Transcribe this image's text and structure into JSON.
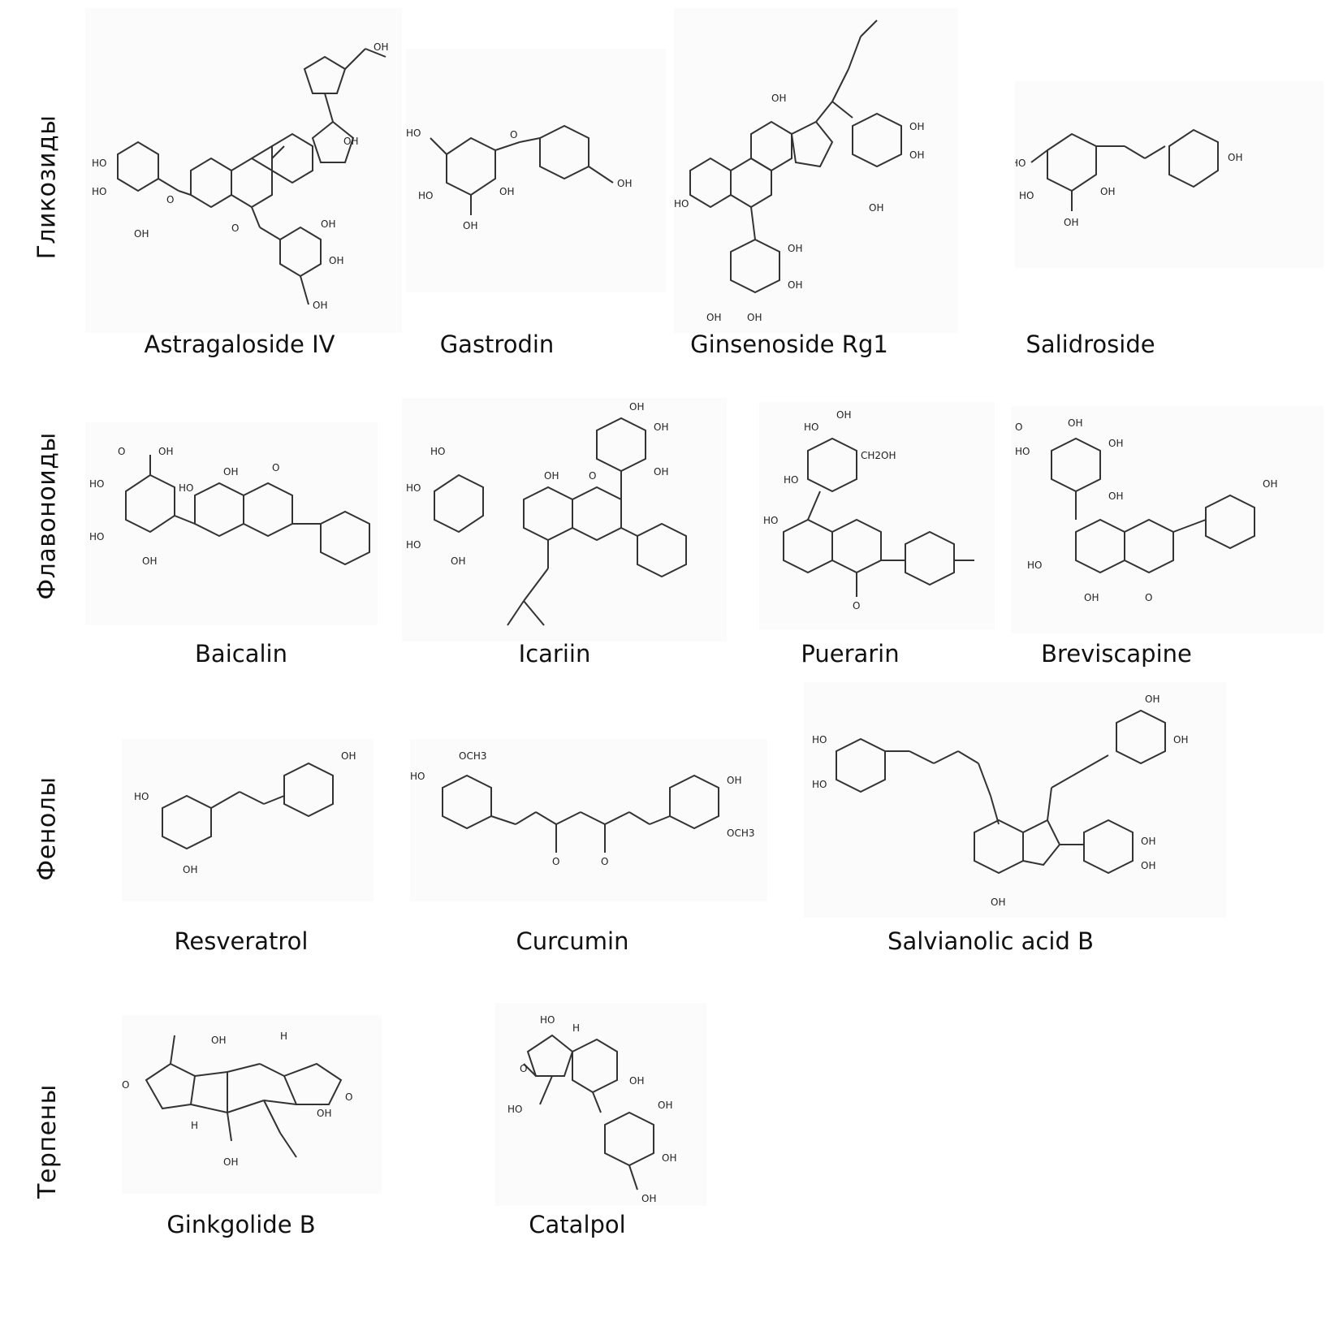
{
  "groups": [
    {
      "label": "Гликозиды",
      "compounds": [
        "Astragaloside IV",
        "Gastrodin",
        "Ginsenoside Rg1",
        "Salidroside"
      ]
    },
    {
      "label": "Флавоноиды",
      "compounds": [
        "Baicalin",
        "Icariin",
        "Puerarin",
        "Breviscapine"
      ]
    },
    {
      "label": "Фенолы",
      "compounds": [
        "Resveratrol",
        "Curcumin",
        "Salvianolic acid B"
      ]
    },
    {
      "label": "Терпены",
      "compounds": [
        "Ginkgolide B",
        "Catalpol"
      ]
    }
  ],
  "atom_labels": {
    "oh": "OH",
    "ho": "HO",
    "o": "O",
    "h": "H",
    "och3": "OCH3",
    "ch2oh": "CH2OH"
  }
}
